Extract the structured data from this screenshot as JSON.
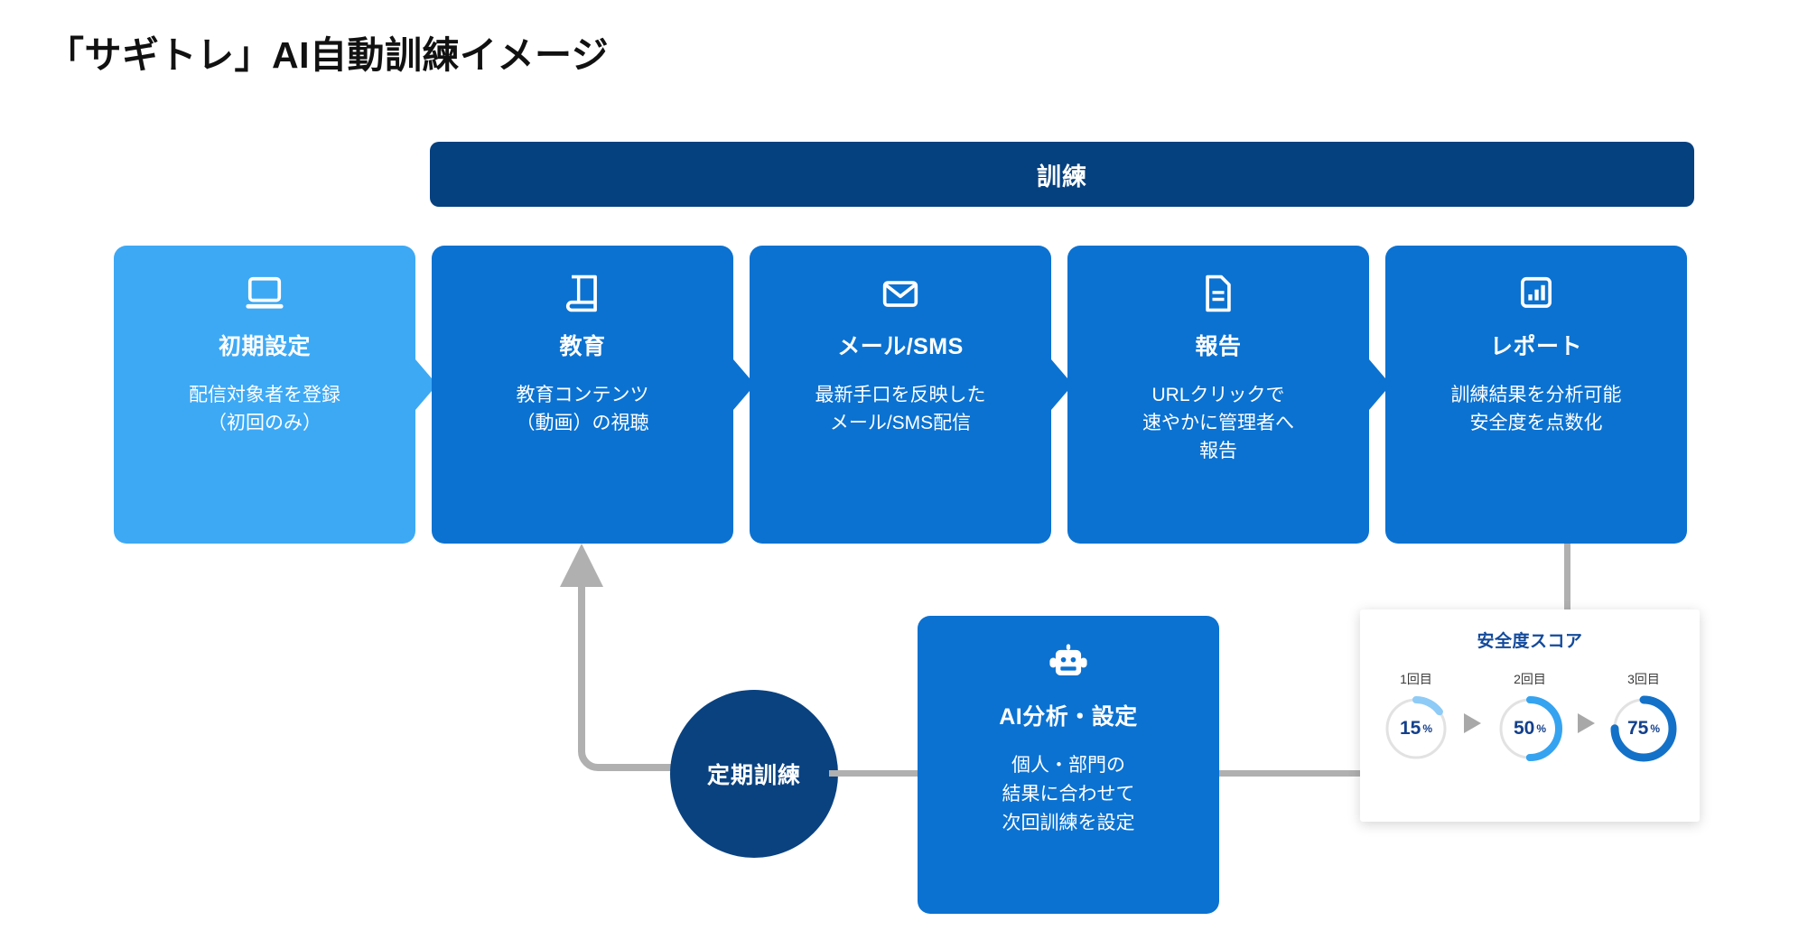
{
  "title": "「サギトレ」AI自動訓練イメージ",
  "banner": {
    "label": "訓練"
  },
  "colors": {
    "banner_bg": "#05407F",
    "card_light": "#3DA9F5",
    "card_blue": "#0B72D1",
    "circle_navy": "#0A4280",
    "connector_gray": "#B0B0B0",
    "score_title": "#134A9B"
  },
  "steps": [
    {
      "icon": "laptop-icon",
      "title": "初期設定",
      "desc_lines": [
        "配信対象者を登録",
        "（初回のみ）"
      ]
    },
    {
      "icon": "book-icon",
      "title": "教育",
      "desc_lines": [
        "教育コンテンツ",
        "（動画）の視聴"
      ]
    },
    {
      "icon": "mail-icon",
      "title": "メール/SMS",
      "desc_lines": [
        "最新手口を反映した",
        "メール/SMS配信"
      ]
    },
    {
      "icon": "document-icon",
      "title": "報告",
      "desc_lines": [
        "URLクリックで",
        "速やかに管理者へ",
        "報告"
      ]
    },
    {
      "icon": "bar-chart-icon",
      "title": "レポート",
      "desc_lines": [
        "訓練結果を分析可能",
        "安全度を点数化"
      ]
    }
  ],
  "loop": {
    "circle_label": "定期訓練",
    "ai_card": {
      "icon": "robot-icon",
      "title": "AI分析・設定",
      "desc_lines": [
        "個人・部門の",
        "結果に合わせて",
        "次回訓練を設定"
      ]
    }
  },
  "score_panel": {
    "title": "安全度スコア",
    "gauges": [
      {
        "label": "1回目",
        "value": "15",
        "unit": "%",
        "pct": 15,
        "arc_color": "#8ECBF7"
      },
      {
        "label": "2回目",
        "value": "50",
        "unit": "%",
        "pct": 50,
        "arc_color": "#35A3F0"
      },
      {
        "label": "3回目",
        "value": "75",
        "unit": "%",
        "pct": 75,
        "arc_color": "#1371C8"
      }
    ],
    "separator_icon": "triangle-right-icon"
  },
  "chart_data": {
    "type": "bar",
    "title": "安全度スコア",
    "categories": [
      "1回目",
      "2回目",
      "3回目"
    ],
    "values": [
      15,
      50,
      75
    ],
    "xlabel": "",
    "ylabel": "%",
    "ylim": [
      0,
      100
    ]
  }
}
